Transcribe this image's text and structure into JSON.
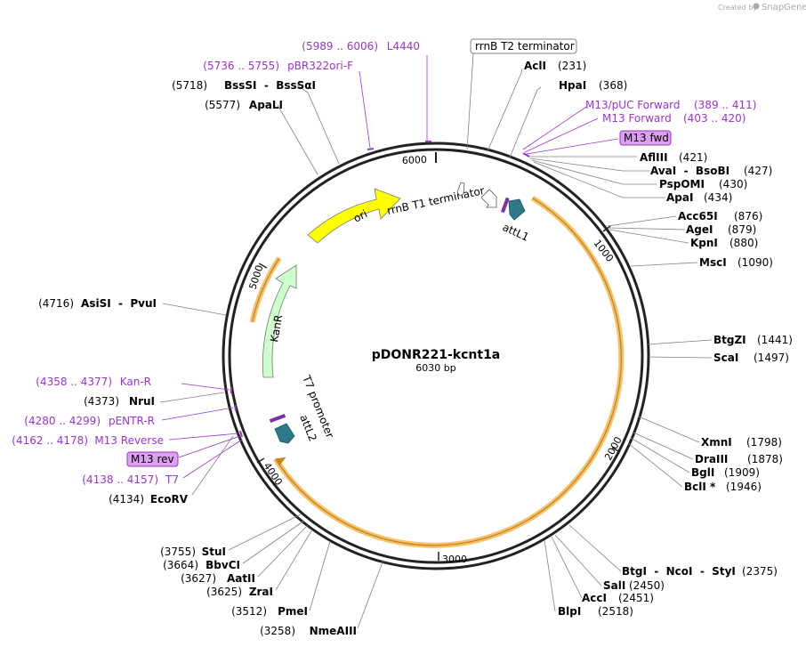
{
  "credit": {
    "created_by": "Created by",
    "brand": "SnapGene"
  },
  "map": {
    "name": "pDONR221-kcnt1a",
    "length": "6030 bp",
    "ticks": [
      "1000",
      "2000",
      "3000",
      "4000",
      "5000",
      "6000"
    ]
  },
  "features": {
    "ori": "ori",
    "kanr": "KanR",
    "rrnb_t1": "rrnB T1 terminator",
    "rrnb_t2": "rrnB T2 terminator",
    "attl1": "attL1",
    "attl2": "attL2",
    "t7_promoter": "T7 promoter"
  },
  "primers_boxed": {
    "m13_fwd": "M13 fwd",
    "m13_rev": "M13 rev"
  },
  "sites_right": [
    {
      "name": "AclI",
      "pos": "(231)"
    },
    {
      "name": "HpaI",
      "pos": "(368)"
    },
    {
      "name": "AflIII",
      "pos": "(421)"
    },
    {
      "name": "AvaI  -  BsoBI",
      "pos": "(427)"
    },
    {
      "name": "PspOMI",
      "pos": "(430)"
    },
    {
      "name": "ApaI",
      "pos": "(434)"
    },
    {
      "name": "Acc65I",
      "pos": "(876)"
    },
    {
      "name": "AgeI",
      "pos": "(879)"
    },
    {
      "name": "KpnI",
      "pos": "(880)"
    },
    {
      "name": "MscI",
      "pos": "(1090)"
    },
    {
      "name": "BtgZI",
      "pos": "(1441)"
    },
    {
      "name": "ScaI",
      "pos": "(1497)"
    },
    {
      "name": "XmnI",
      "pos": "(1798)"
    },
    {
      "name": "DraIII",
      "pos": "(1878)"
    },
    {
      "name": "BglI",
      "pos": "(1909)"
    },
    {
      "name": "BclI *",
      "pos": "(1946)"
    },
    {
      "name": "BtgI  -  NcoI  -  StyI",
      "pos": "(2375)"
    },
    {
      "name": "SalI",
      "pos": "(2450)"
    },
    {
      "name": "AccI",
      "pos": "(2451)"
    },
    {
      "name": "BlpI",
      "pos": "(2518)"
    }
  ],
  "sites_left": [
    {
      "name": "BssSI  -  BssSαI",
      "pos": "(5718)"
    },
    {
      "name": "ApaLI",
      "pos": "(5577)"
    },
    {
      "name": "AsiSI  -  PvuI",
      "pos": "(4716)"
    },
    {
      "name": "NruI",
      "pos": "(4373)"
    },
    {
      "name": "EcoRV",
      "pos": "(4134)"
    },
    {
      "name": "StuI",
      "pos": "(3755)"
    },
    {
      "name": "BbvCI",
      "pos": "(3664)"
    },
    {
      "name": "AatII",
      "pos": "(3627)"
    },
    {
      "name": "ZraI",
      "pos": "(3625)"
    },
    {
      "name": "PmeI",
      "pos": "(3512)"
    },
    {
      "name": "NmeAIII",
      "pos": "(3258)"
    }
  ],
  "primers_right": [
    {
      "name": "M13/pUC Forward",
      "pos": "(389 .. 411)"
    },
    {
      "name": "M13 Forward",
      "pos": "(403 .. 420)"
    }
  ],
  "primers_left": [
    {
      "name": "L4440",
      "pos": "(5989 .. 6006)"
    },
    {
      "name": "pBR322ori-F",
      "pos": "(5736 .. 5755)"
    },
    {
      "name": "Kan-R",
      "pos": "(4358 .. 4377)"
    },
    {
      "name": "pENTR-R",
      "pos": "(4280 .. 4299)"
    },
    {
      "name": "M13 Reverse",
      "pos": "(4162 .. 4178)"
    },
    {
      "name": "T7",
      "pos": "(4138 .. 4157)"
    }
  ],
  "colors": {
    "backbone": "#222222",
    "ori": "#ffff00",
    "kanr": "#ccffcc",
    "att": "#2f7a8a",
    "insert_glow": "#f5c26b",
    "primer": "#9933cc",
    "primer_box": "#dda0ee"
  }
}
